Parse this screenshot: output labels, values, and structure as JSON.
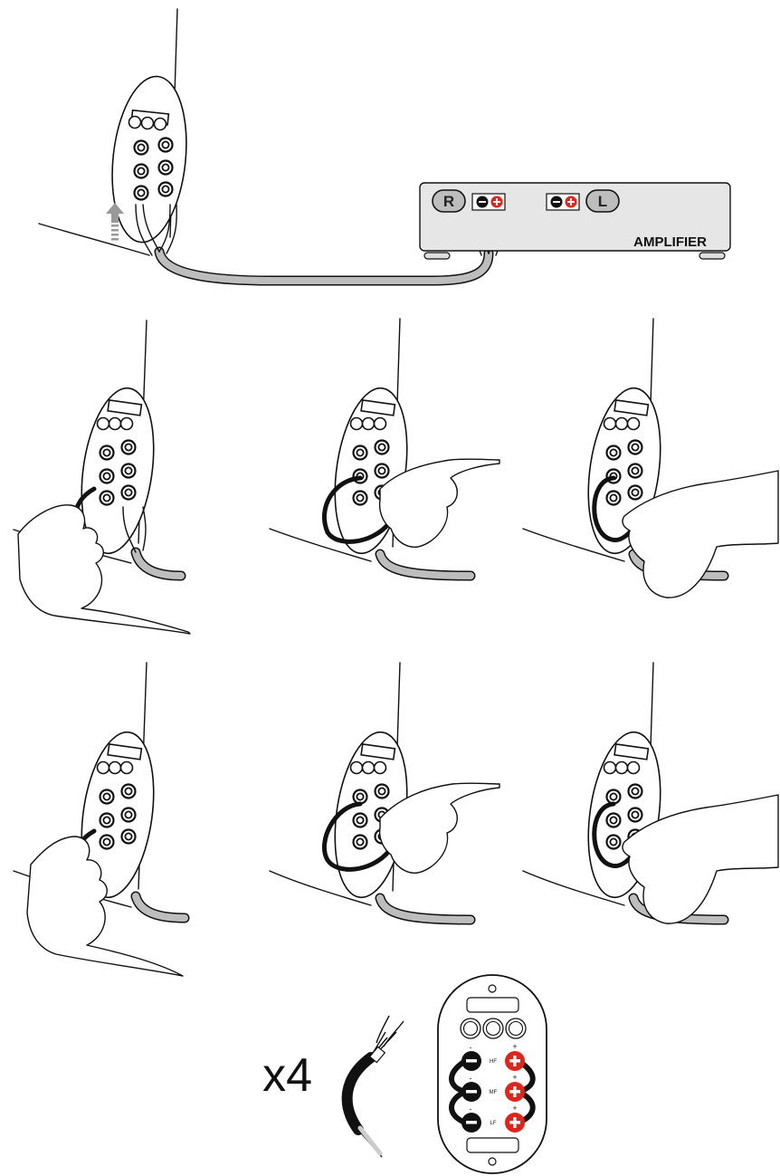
{
  "amplifier": {
    "label": "AMPLIFIER",
    "right_channel": "R",
    "left_channel": "L",
    "terminal_negative_color": "#111111",
    "terminal_positive_color": "#e2231a",
    "body_color": "#e6e6e6"
  },
  "cable_color": "#bdbdbd",
  "steps": [
    "step-1",
    "step-2",
    "step-3",
    "step-4",
    "step-5",
    "step-6"
  ],
  "parts": {
    "quantity": "x4",
    "item": "spade-jumper-cable"
  },
  "terminal_plate": {
    "labels": [
      "HF",
      "MF",
      "LF"
    ],
    "positive_sign": "+",
    "negative_sign": "-"
  },
  "icons": [
    "up-arrow-icon",
    "spade-connector-icon",
    "terminal-plate-icon"
  ]
}
